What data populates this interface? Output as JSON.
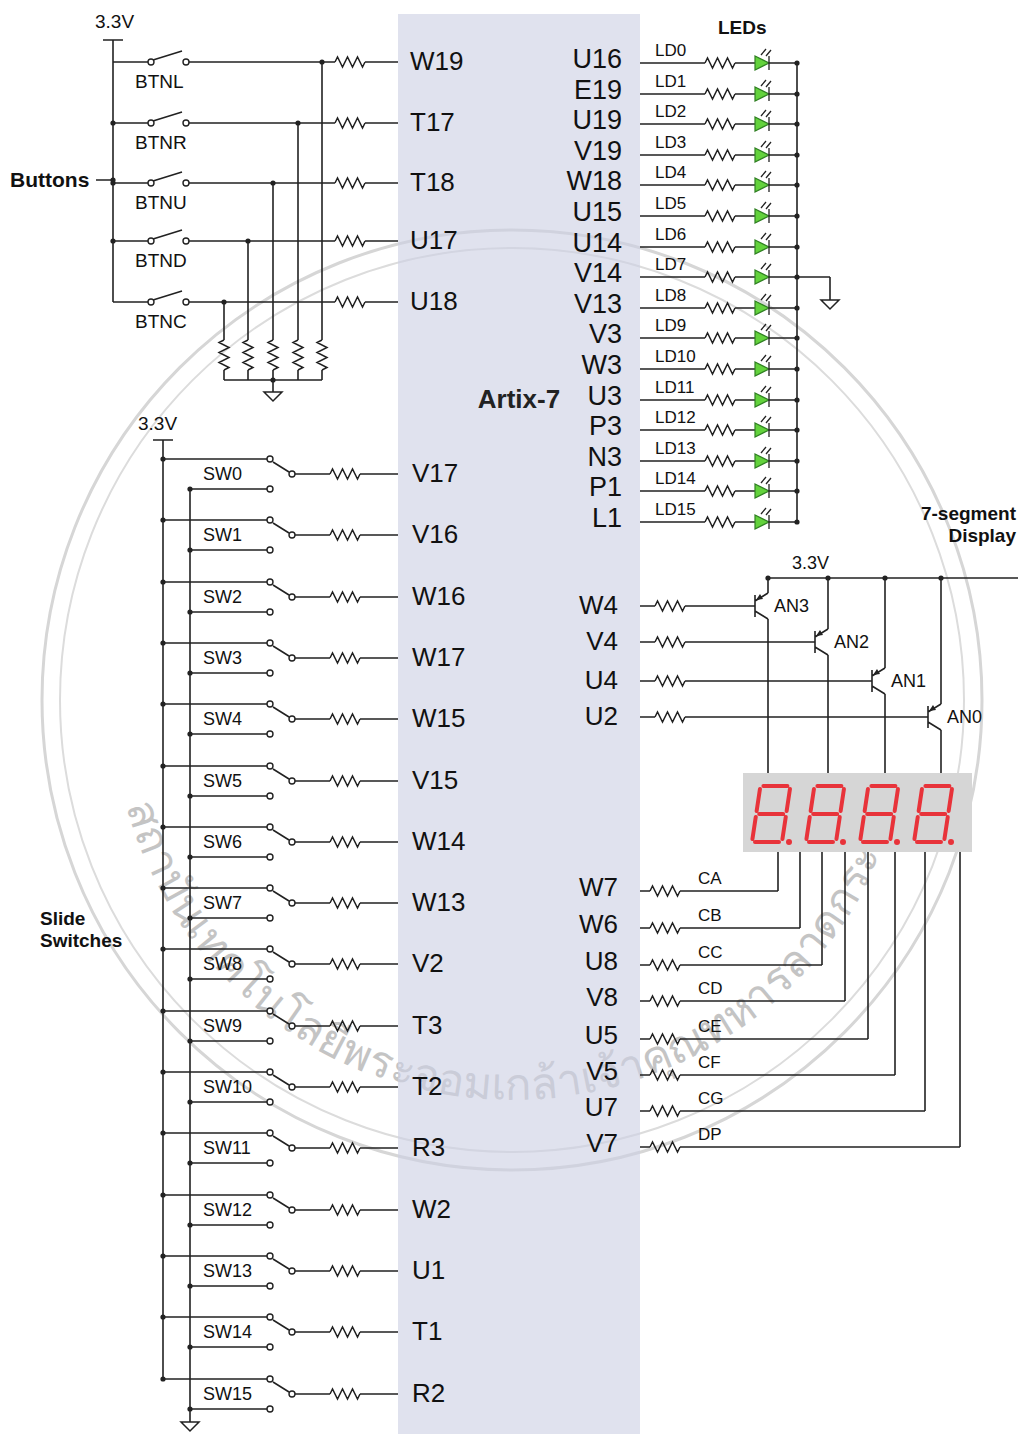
{
  "diagram": {
    "nodes": [
      {
        "text": [
          "Artix-7"
        ]
      }
    ],
    "labels": [
      "3.3V",
      "Buttons",
      "BTNL",
      "BTNR",
      "BTNU",
      "BTND",
      "BTNC",
      "W19",
      "T17",
      "T18",
      "U17",
      "U18",
      "LEDs",
      "U16",
      "E19",
      "U19",
      "V19",
      "W18",
      "U15",
      "U14",
      "V14",
      "V13",
      "V3",
      "W3",
      "U3",
      "P3",
      "N3",
      "P1",
      "L1",
      "LD0",
      "LD1",
      "LD2",
      "LD3",
      "LD4",
      "LD5",
      "LD6",
      "LD7",
      "LD8",
      "LD9",
      "LD10",
      "LD11",
      "LD12",
      "LD13",
      "LD14",
      "LD15",
      "3.3V",
      "Slide Switches",
      "SW0",
      "SW1",
      "SW2",
      "SW3",
      "SW4",
      "SW5",
      "SW6",
      "SW7",
      "SW8",
      "SW9",
      "SW10",
      "SW11",
      "SW12",
      "SW13",
      "SW14",
      "SW15",
      "V17",
      "V16",
      "W16",
      "W17",
      "W15",
      "V15",
      "W14",
      "W13",
      "V2",
      "T3",
      "T2",
      "R3",
      "W2",
      "U1",
      "T1",
      "R2",
      "7-segment Display",
      "3.3V",
      "W4",
      "V4",
      "U4",
      "U2",
      "AN3",
      "AN2",
      "AN1",
      "AN0",
      "W7",
      "W6",
      "U8",
      "V8",
      "U5",
      "V5",
      "U7",
      "V7",
      "CA",
      "CB",
      "CC",
      "CD",
      "CE",
      "CF",
      "CG",
      "DP",
      "สถาบันเทคโนโลยีพระจอมเกล้าเจ้าคุณทหารลาดกระบัง"
    ]
  }
}
